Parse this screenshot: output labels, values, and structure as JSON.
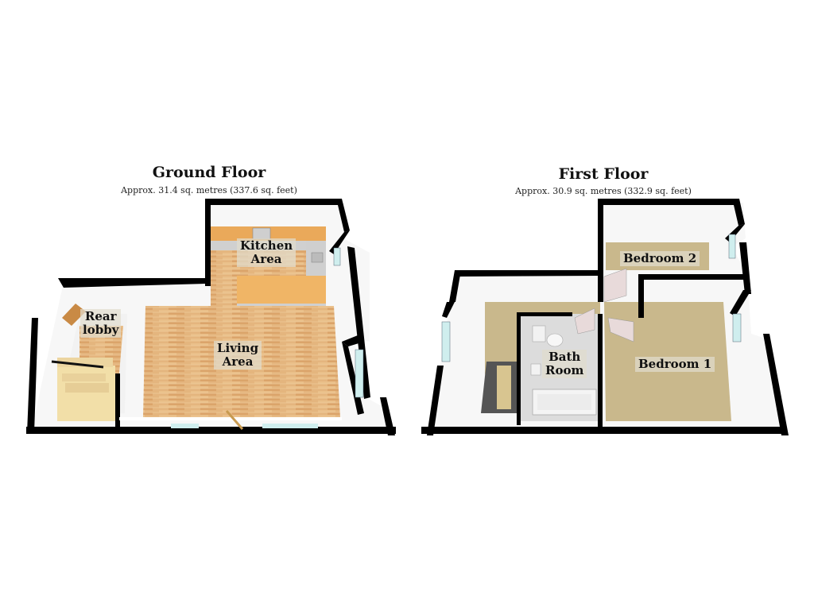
{
  "floors": [
    {
      "title": "Ground Floor",
      "area": "Approx. 31.4 sq. metres (337.6 sq. feet)",
      "rooms": [
        {
          "name": "Kitchen Area",
          "line1": "Kitchen",
          "line2": "Area"
        },
        {
          "name": "Rear lobby",
          "line1": "Rear",
          "line2": "lobby"
        },
        {
          "name": "Living Area",
          "line1": "Living",
          "line2": "Area"
        }
      ]
    },
    {
      "title": "First Floor",
      "area": "Approx. 30.9 sq. metres (332.9 sq. feet)",
      "rooms": [
        {
          "name": "Bedroom 2",
          "line1": "Bedroom 2"
        },
        {
          "name": "Bath Room",
          "line1": "Bath",
          "line2": "Room"
        },
        {
          "name": "Bedroom 1",
          "line1": "Bedroom 1"
        }
      ]
    }
  ],
  "colors": {
    "wall": "#000000",
    "wood_floor": "#e2b47c",
    "carpet": "#c9b88c",
    "tile": "#d8d8d8",
    "window": "#cfeeee",
    "worktop": "#eaa95a"
  }
}
